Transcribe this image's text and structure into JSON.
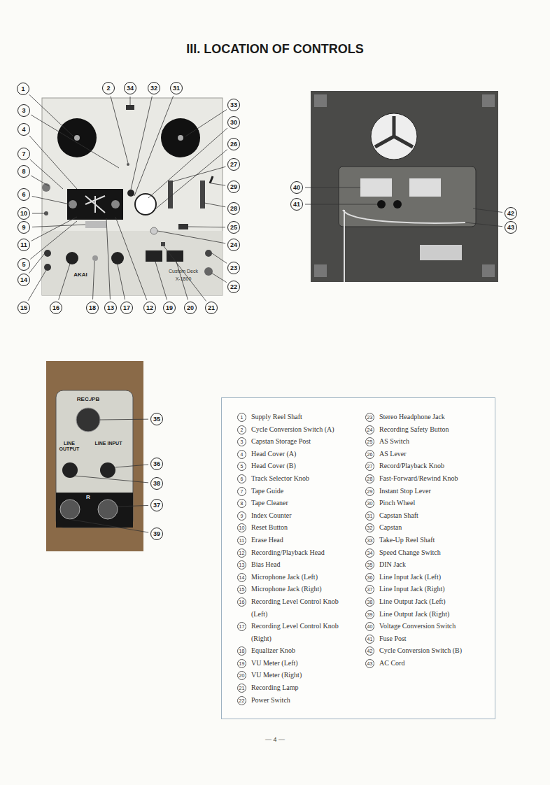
{
  "diagram": {
    "title": "III. LOCATION OF CONTROLS",
    "nodes": [
      {
        "text": [
          "1",
          "Supply Reel Shaft",
          "2",
          "Cycle Conversion Switch (A)",
          "3",
          "Capstan Storage Post",
          "4",
          "Head Cover (A)",
          "5",
          "Head Cover (B)",
          "6",
          "Track Selector Knob",
          "7",
          "Tape Guide",
          "8",
          "Tape Cleaner",
          "9",
          "Index Counter",
          "10",
          "Reset Button",
          "11",
          "Erase Head",
          "12",
          "Recording/Playback Head",
          "13",
          "Bias Head",
          "14",
          "Microphone Jack (Left)",
          "15",
          "Microphone Jack (Right)",
          "16",
          "Recording Level Control Knob (Left)",
          "17",
          "Recording Level Control Knob (Right)",
          "18",
          "Equalizer Knob",
          "19",
          "VU Meter (Left)",
          "20",
          "VU Meter (Right)",
          "21",
          "Recording Lamp",
          "22",
          "Power Switch",
          "23",
          "Stereo Headphone Jack",
          "24",
          "Recording Safety Button",
          "25",
          "AS Switch",
          "26",
          "AS Lever",
          "27",
          "Record/Playback Knob",
          "28",
          "Fast-Forward/Rewind Knob",
          "29",
          "Instant Stop Lever",
          "30",
          "Pinch Wheel",
          "31",
          "Capstan Shaft",
          "32",
          "Capstan",
          "33",
          "Take-Up Reel Shaft",
          "34",
          "Speed Change Switch",
          "35",
          "DIN Jack",
          "36",
          "Line Input Jack (Left)",
          "37",
          "Line Input Jack (Right)",
          "38",
          "Line Output Jack (Left)",
          "39",
          "Line Output Jack (Right)",
          "40",
          "Voltage Conversion Switch",
          "41",
          "Fuse Post",
          "42",
          "Cycle Conversion Switch (B)",
          "43",
          "AC Cord"
        ]
      }
    ],
    "labels": [
      "1",
      "2",
      "34",
      "32",
      "31",
      "33",
      "3",
      "30",
      "4",
      "26",
      "27",
      "7",
      "29",
      "8",
      "6",
      "28",
      "10",
      "9",
      "25",
      "11",
      "24",
      "5",
      "14",
      "23",
      "15",
      "16",
      "18",
      "13",
      "17",
      "12",
      "19",
      "20",
      "21",
      "22",
      "40",
      "41",
      "42",
      "43",
      "35",
      "36",
      "38",
      "37",
      "39",
      "REC./PB",
      "LINE OUTPUT",
      "LINE INPUT",
      "R",
      "AKAI",
      "Custom Deck",
      "X-1800",
      "— 4 —"
    ]
  }
}
